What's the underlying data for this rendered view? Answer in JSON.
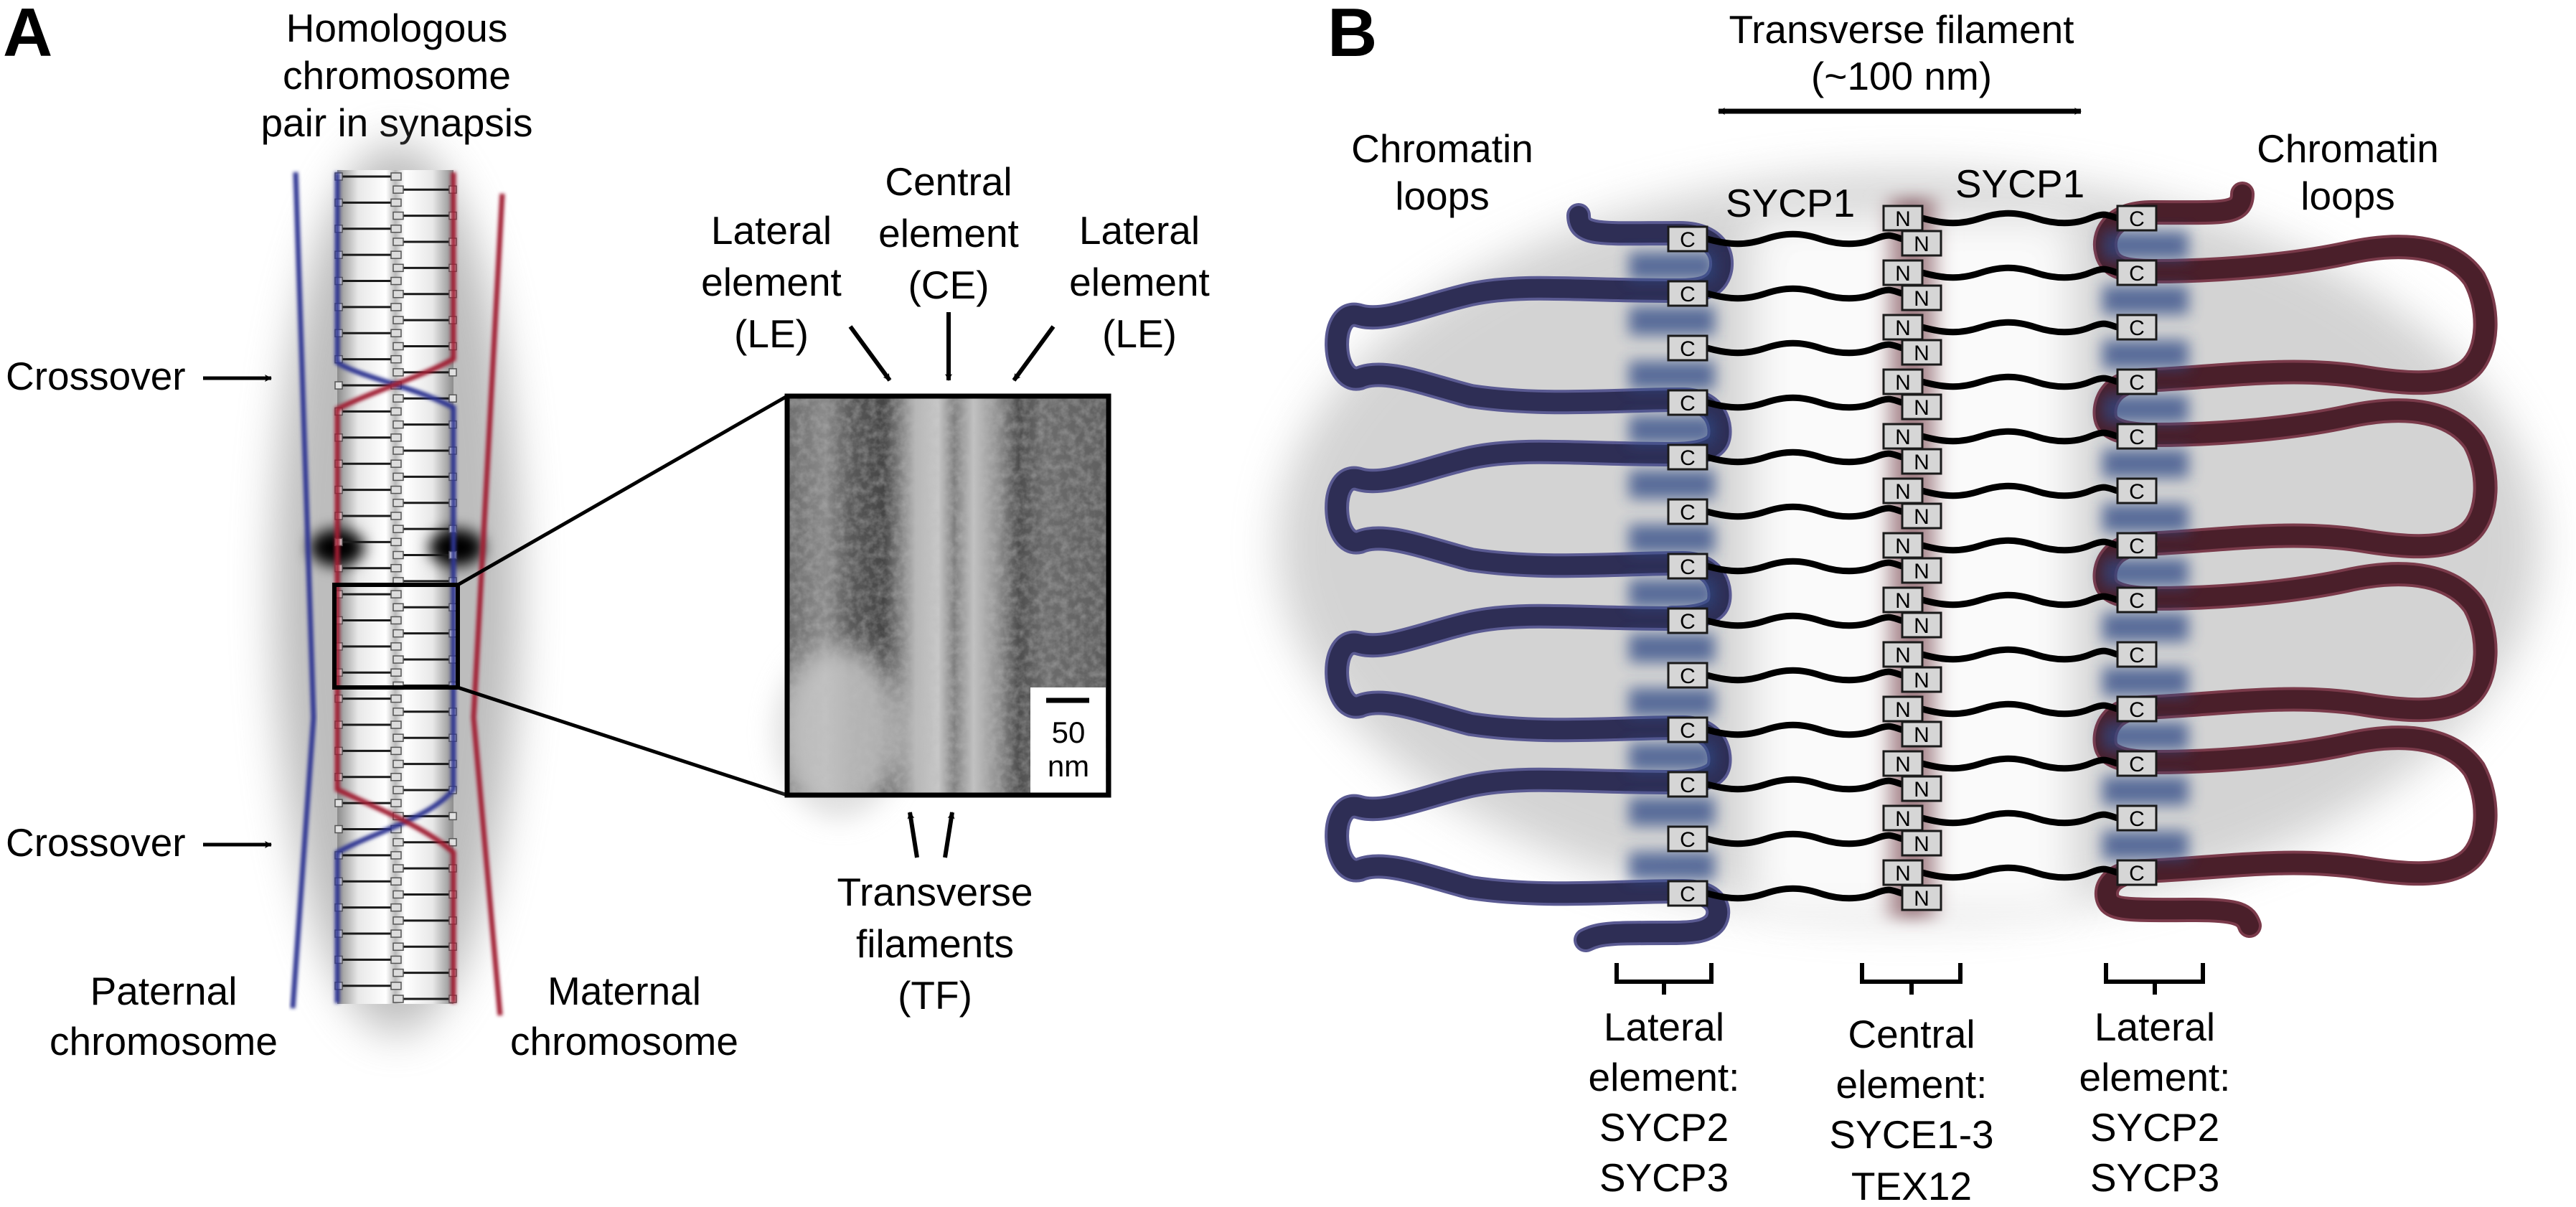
{
  "figure": {
    "panel_a": {
      "letter": "A",
      "title_lines": [
        "Homologous",
        "chromosome",
        "pair in synapsis"
      ],
      "crossover_labels": [
        "Crossover",
        "Crossover"
      ],
      "paternal_lines": [
        "Paternal",
        "chromosome"
      ],
      "maternal_lines": [
        "Maternal",
        "chromosome"
      ],
      "em_inset": {
        "left_lateral_lines": [
          "Lateral",
          "element",
          "(LE)"
        ],
        "central_lines": [
          "Central",
          "element",
          "(CE)"
        ],
        "right_lateral_lines": [
          "Lateral",
          "element",
          "(LE)"
        ],
        "transverse_lines": [
          "Transverse",
          "filaments",
          "(TF)"
        ],
        "scale_bar_value": "50",
        "scale_bar_unit": "nm"
      },
      "colors": {
        "paternal": "#2f3592",
        "maternal": "#a01c32"
      },
      "ladder_rung_count": 64
    },
    "panel_b": {
      "letter": "B",
      "top_label_lines": [
        "Transverse filament",
        "(~100 nm)"
      ],
      "chromatin_left_lines": [
        "Chromatin",
        "loops"
      ],
      "chromatin_right_lines": [
        "Chromatin",
        "loops"
      ],
      "sycp1_left": "SYCP1",
      "sycp1_right": "SYCP1",
      "c_terminus_label": "C",
      "n_terminus_label": "N",
      "filaments_per_side": 13,
      "bottom_labels": {
        "left_lateral": [
          "Lateral",
          "element:",
          "SYCP2",
          "SYCP3"
        ],
        "central": [
          "Central",
          "element:",
          "SYCE1-3",
          "TEX12"
        ],
        "right_lateral": [
          "Lateral",
          "element:",
          "SYCP2",
          "SYCP3"
        ]
      },
      "colors": {
        "paternal_loop": "#2e2e55",
        "maternal_loop": "#4a1f2a",
        "lateral_glow": "#2d4a85",
        "central_glow": "#7a3e48"
      }
    }
  }
}
